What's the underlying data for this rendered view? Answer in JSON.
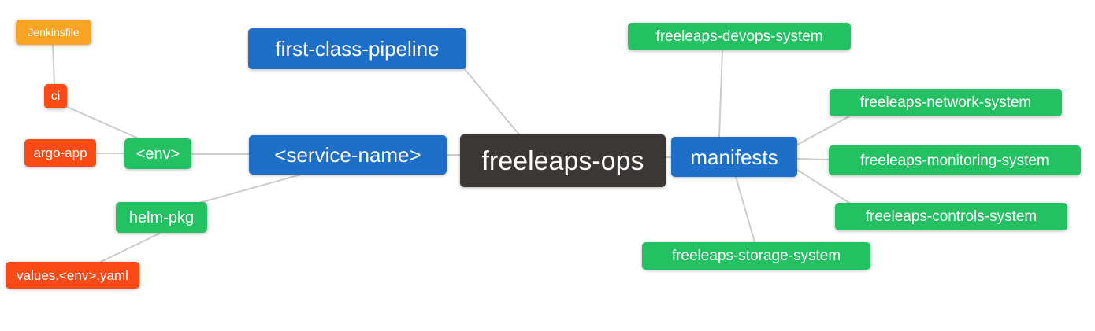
{
  "diagram": {
    "type": "mindmap",
    "root": "freeleaps-ops"
  },
  "colors": {
    "background": "#FFFFFF",
    "root_node_bg": "#3B3734",
    "branch_node_bg": "#1E6FC8",
    "green_node_bg": "#23C162",
    "red_node_bg": "#FA4B17",
    "orange_node_bg": "#F8A326",
    "node_text": "#FFFFFF",
    "edge_line": "#CCCCCC"
  },
  "nodes": {
    "root": {
      "label": "freeleaps-ops"
    },
    "first_class_pipeline": {
      "label": "first-class-pipeline"
    },
    "service_name": {
      "label": "<service-name>"
    },
    "env": {
      "label": "<env>"
    },
    "ci": {
      "label": "ci"
    },
    "jenkinsfile": {
      "label": "Jenkinsfile"
    },
    "argo_app": {
      "label": "argo-app"
    },
    "helm_pkg": {
      "label": "helm-pkg"
    },
    "values_env_yaml": {
      "label": "values.<env>.yaml"
    },
    "manifests": {
      "label": "manifests"
    },
    "devops_system": {
      "label": "freeleaps-devops-system"
    },
    "network_system": {
      "label": "freeleaps-network-system"
    },
    "monitoring_system": {
      "label": "freeleaps-monitoring-system"
    },
    "controls_system": {
      "label": "freeleaps-controls-system"
    },
    "storage_system": {
      "label": "freeleaps-storage-system"
    }
  },
  "edges": [
    {
      "from": "freeleaps-ops",
      "to": "first-class-pipeline"
    },
    {
      "from": "freeleaps-ops",
      "to": "<service-name>"
    },
    {
      "from": "freeleaps-ops",
      "to": "manifests"
    },
    {
      "from": "<service-name>",
      "to": "<env>"
    },
    {
      "from": "<service-name>",
      "to": "helm-pkg"
    },
    {
      "from": "<env>",
      "to": "ci"
    },
    {
      "from": "<env>",
      "to": "argo-app"
    },
    {
      "from": "ci",
      "to": "Jenkinsfile"
    },
    {
      "from": "helm-pkg",
      "to": "values.<env>.yaml"
    },
    {
      "from": "manifests",
      "to": "freeleaps-devops-system"
    },
    {
      "from": "manifests",
      "to": "freeleaps-network-system"
    },
    {
      "from": "manifests",
      "to": "freeleaps-monitoring-system"
    },
    {
      "from": "manifests",
      "to": "freeleaps-controls-system"
    },
    {
      "from": "manifests",
      "to": "freeleaps-storage-system"
    }
  ]
}
